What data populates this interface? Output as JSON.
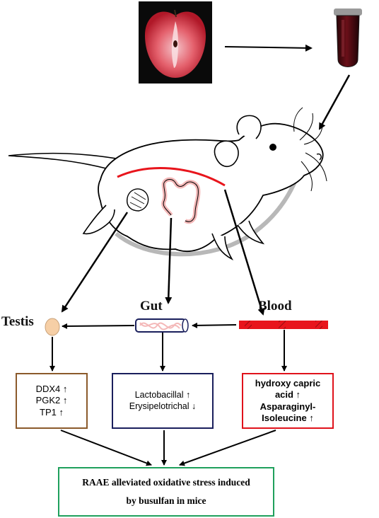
{
  "labels": {
    "testis": "Testis",
    "gut": "Gut",
    "blood": "Blood"
  },
  "boxes": {
    "testis": {
      "lines": [
        "DDX4 ↑",
        "PGK2 ↑",
        "TP1 ↑"
      ]
    },
    "gut": {
      "lines": [
        "Lactobacillal ↑",
        "Erysipelotrichal ↓"
      ]
    },
    "blood": {
      "lines": [
        "hydroxy capric",
        "acid ↑",
        "Asparaginyl-",
        "Isoleucine ↑"
      ]
    },
    "conclusion": {
      "lines": [
        "RAAE alleviated oxidative stress induced",
        "by busulfan in mice"
      ]
    }
  },
  "colors": {
    "testis_box": "#8B5A2B",
    "gut_box": "#1a1f5c",
    "blood_box": "#e0121b",
    "conclusion_box": "#1fa05c",
    "blood_vessel": "#e8151c",
    "testis_organ": "#f6cfa6",
    "intestine": "#f4b8b8"
  },
  "icons": {
    "apple": "red-apple-half-icon",
    "tube": "blood-extract-tube-icon",
    "mouse": "mouse-illustration",
    "gut": "intestine-segment-icon",
    "blood": "blood-vessel-bar-icon",
    "testis": "testis-oval-icon"
  }
}
